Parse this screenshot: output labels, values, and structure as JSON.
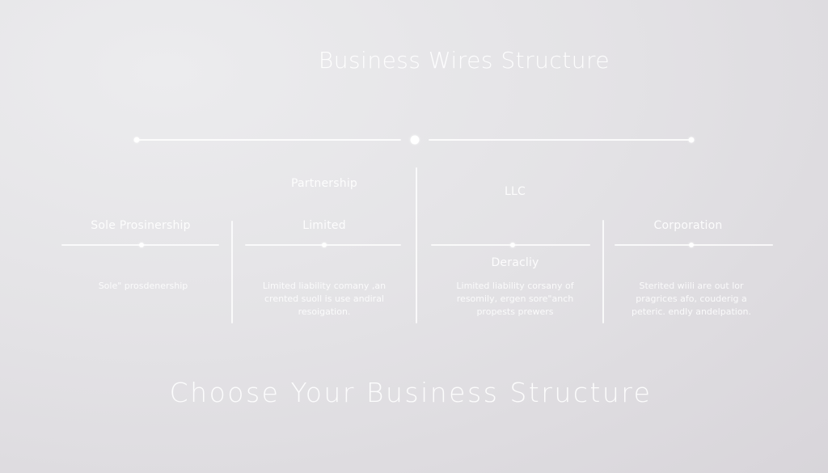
{
  "header": {
    "title": "Business Wires Structure"
  },
  "timeline": {
    "nodes": [
      "start-node",
      "center-node",
      "end-node"
    ]
  },
  "columns": [
    {
      "heading": "Sole Prosinership",
      "subheading": "",
      "desc_lines": [
        "Sole\" prosdenership"
      ]
    },
    {
      "top_label": "Partnership",
      "heading": "Limited",
      "desc_lines": [
        "Limited liability comany ,an",
        "crented suoll is use andiral",
        "resoigation."
      ]
    },
    {
      "top_label": "LLC",
      "heading": "",
      "subheading": "Deracliy",
      "desc_lines": [
        "Limited liability corsany of",
        "resomily, ergen sore\"anch",
        "propests prewers"
      ]
    },
    {
      "heading": "Corporation",
      "desc_lines": [
        "Sterited wiili are out lor",
        "pragrices afo, couderig a",
        "peteric. endly andelpation."
      ]
    }
  ],
  "footer": {
    "title": "Choose Your Business Structure"
  },
  "colors": {
    "background_light": "#ececee",
    "background_dark": "#d8d5da",
    "foreground": "#ffffff"
  }
}
